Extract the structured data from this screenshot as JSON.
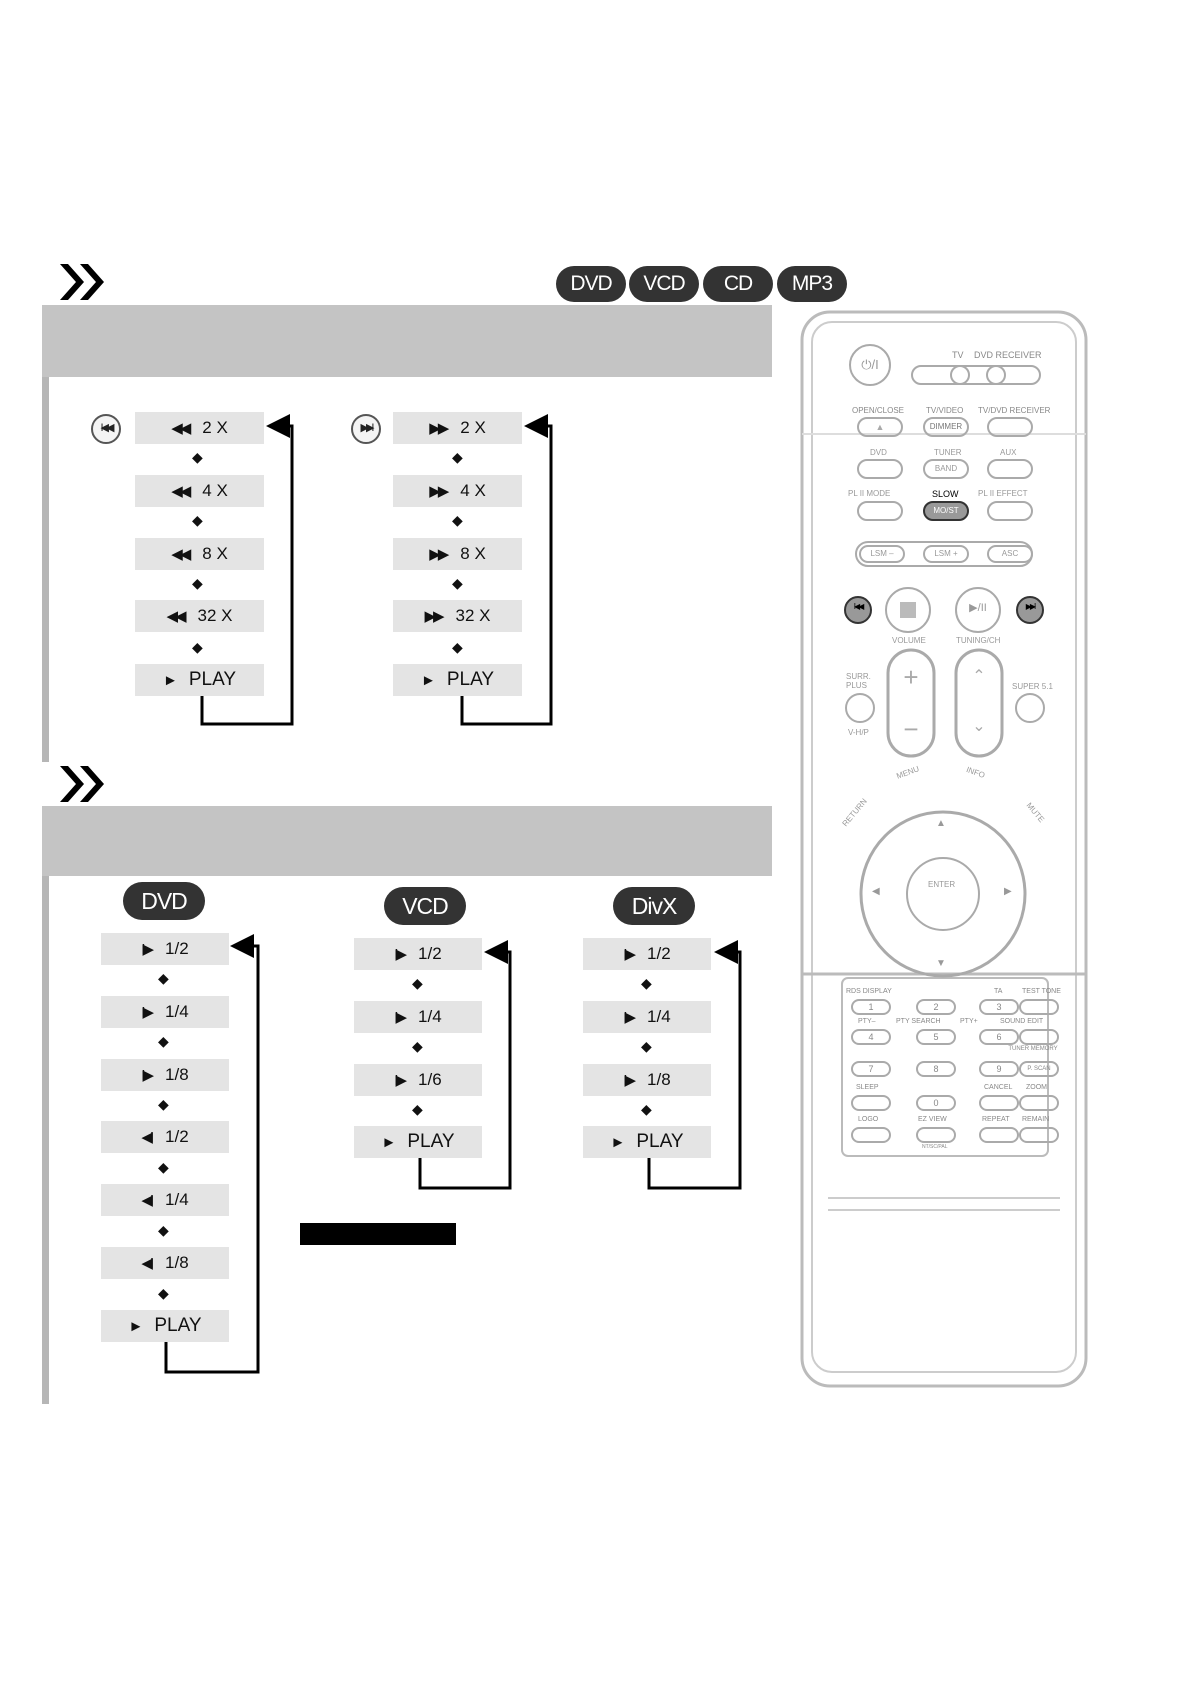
{
  "disc_badges": [
    "DVD",
    "VCD",
    "CD",
    "MP3"
  ],
  "search": {
    "rewind": [
      "2 X",
      "4 X",
      "8 X",
      "32 X",
      "PLAY"
    ],
    "forward": [
      "2 X",
      "4 X",
      "8 X",
      "32 X",
      "PLAY"
    ],
    "rewind_symbol": "◀◀",
    "forward_symbol": "▶▶",
    "play_symbol": "►"
  },
  "slow": {
    "dvd_label": "DVD",
    "vcd_label": "VCD",
    "divx_label": "DivX",
    "dvd": [
      {
        "sym": "I▶",
        "text": "1/2"
      },
      {
        "sym": "I▶",
        "text": "1/4"
      },
      {
        "sym": "I▶",
        "text": "1/8"
      },
      {
        "sym": "◀I",
        "text": "1/2"
      },
      {
        "sym": "◀I",
        "text": "1/4"
      },
      {
        "sym": "◀I",
        "text": "1/8"
      },
      {
        "sym": "►",
        "text": "PLAY"
      }
    ],
    "vcd": [
      {
        "sym": "I▶",
        "text": "1/2"
      },
      {
        "sym": "I▶",
        "text": "1/4"
      },
      {
        "sym": "I▶",
        "text": "1/6"
      },
      {
        "sym": "►",
        "text": "PLAY"
      }
    ],
    "divx": [
      {
        "sym": "I▶",
        "text": "1/2"
      },
      {
        "sym": "I▶",
        "text": "1/4"
      },
      {
        "sym": "I▶",
        "text": "1/8"
      },
      {
        "sym": "►",
        "text": "PLAY"
      }
    ]
  },
  "remote": {
    "power": "⏻/I",
    "tv": "TV",
    "dvd_receiver": "DVD RECEIVER",
    "open_close": "OPEN/CLOSE",
    "tv_video": "TV/VIDEO",
    "dimmer": "DIMMER",
    "tv_dvd_receiver": "TV/DVD RECEIVER",
    "dvd": "DVD",
    "tuner": "TUNER",
    "band": "BAND",
    "aux": "AUX",
    "pl_mode": "PL II MODE",
    "slow": "SLOW",
    "mo_st": "MO/ST",
    "pl_effect": "PL II EFFECT",
    "lsm_minus": "LSM –",
    "lsm_plus": "LSM +",
    "asc": "ASC",
    "volume": "VOLUME",
    "tuning_ch": "TUNING/CH",
    "surr_plus": "SURR. PLUS",
    "super51": "SUPER 5.1",
    "vhp": "V-H/P",
    "menu": "MENU",
    "info": "INFO",
    "return": "RETURN",
    "mute": "MUTE",
    "enter": "ENTER",
    "rds_display": "RDS DISPLAY",
    "ta": "TA",
    "test_tone": "TEST TONE",
    "pty_minus": "PTY–",
    "pty_search": "PTY SEARCH",
    "pty_plus": "PTY+",
    "sound_edit": "SOUND EDIT",
    "tuner_memory": "TUNER MEMORY",
    "p_scan": "P. SCAN",
    "sleep": "SLEEP",
    "cancel": "CANCEL",
    "zoom": "ZOOM",
    "logo": "LOGO",
    "ez_view": "EZ VIEW",
    "ntsc_pal": "NT/SC/PAL",
    "repeat": "REPEAT",
    "remain": "REMAIN",
    "digits": [
      "1",
      "2",
      "3",
      "4",
      "5",
      "6",
      "7",
      "8",
      "9",
      "0"
    ]
  }
}
